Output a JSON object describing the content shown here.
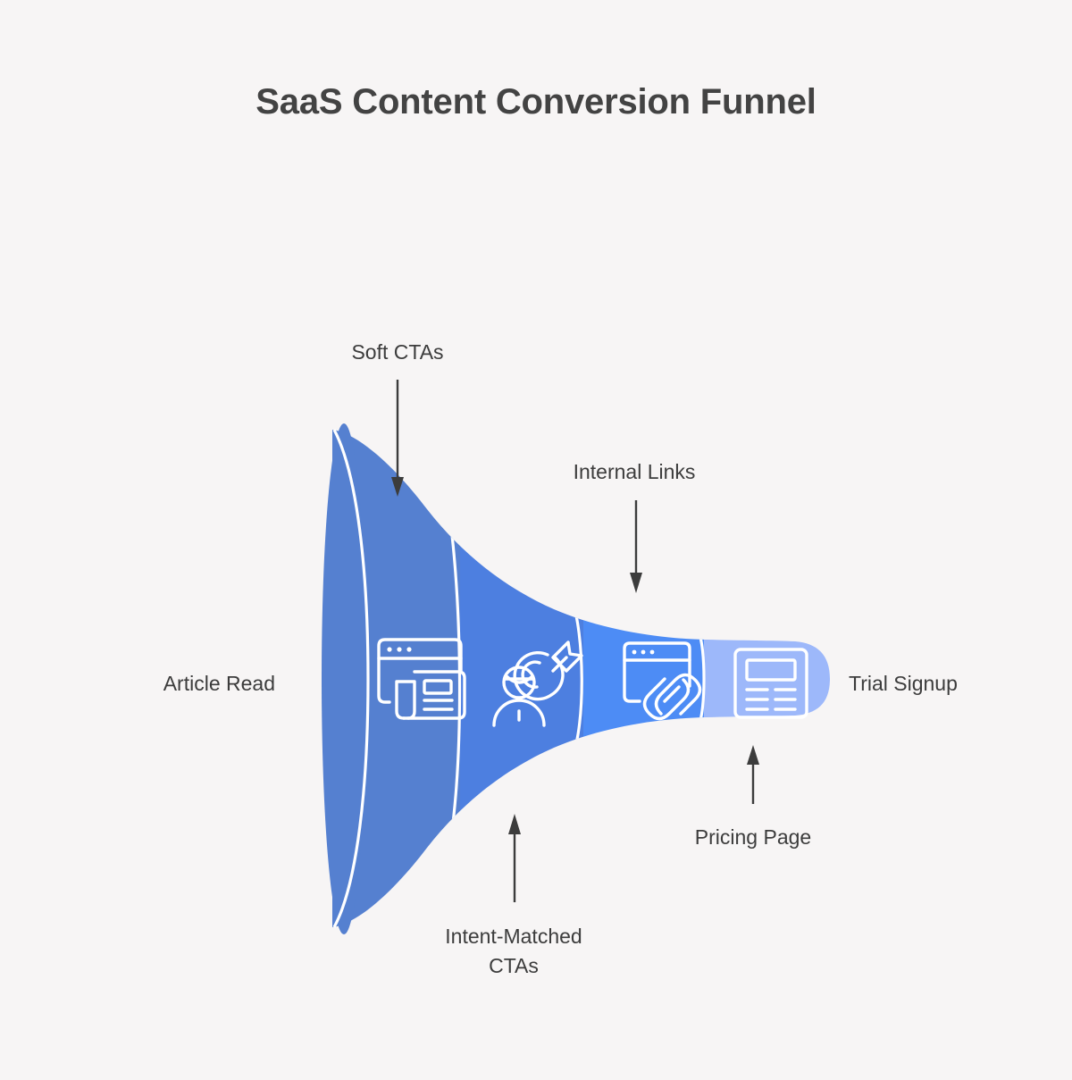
{
  "title": "SaaS Content Conversion Funnel",
  "background_color": "#f7f5f5",
  "title_color": "#434343",
  "label_color": "#3c3c3c",
  "endpoints": {
    "start_label": "Article Read",
    "end_label": "Trial Signup"
  },
  "chart_data": {
    "type": "funnel",
    "title": "SaaS Content Conversion Funnel",
    "orientation": "horizontal-left-to-right",
    "entry_label": "Article Read",
    "exit_label": "Trial Signup",
    "stages": [
      {
        "index": 1,
        "annotation": "Soft CTAs",
        "annotation_position": "above",
        "color": "#5580d0",
        "icon": "browser-article-icon",
        "relative_width": 1.0
      },
      {
        "index": 2,
        "annotation": "Intent-Matched\nCTAs",
        "annotation_position": "below",
        "color": "#4d7fe0",
        "icon": "target-audience-icon",
        "relative_width": 0.58
      },
      {
        "index": 3,
        "annotation": "Internal Links",
        "annotation_position": "above",
        "color": "#4d8cf5",
        "icon": "browser-link-icon",
        "relative_width": 0.31
      },
      {
        "index": 4,
        "annotation": "Pricing Page",
        "annotation_position": "below",
        "color": "#9db8fa",
        "icon": "pricing-table-icon",
        "relative_width": 0.2
      }
    ],
    "divider_color": "#ffffff",
    "icon_stroke_color": "#ffffff",
    "arrow_color": "#3c3c3c",
    "grid": false,
    "legend": false
  }
}
